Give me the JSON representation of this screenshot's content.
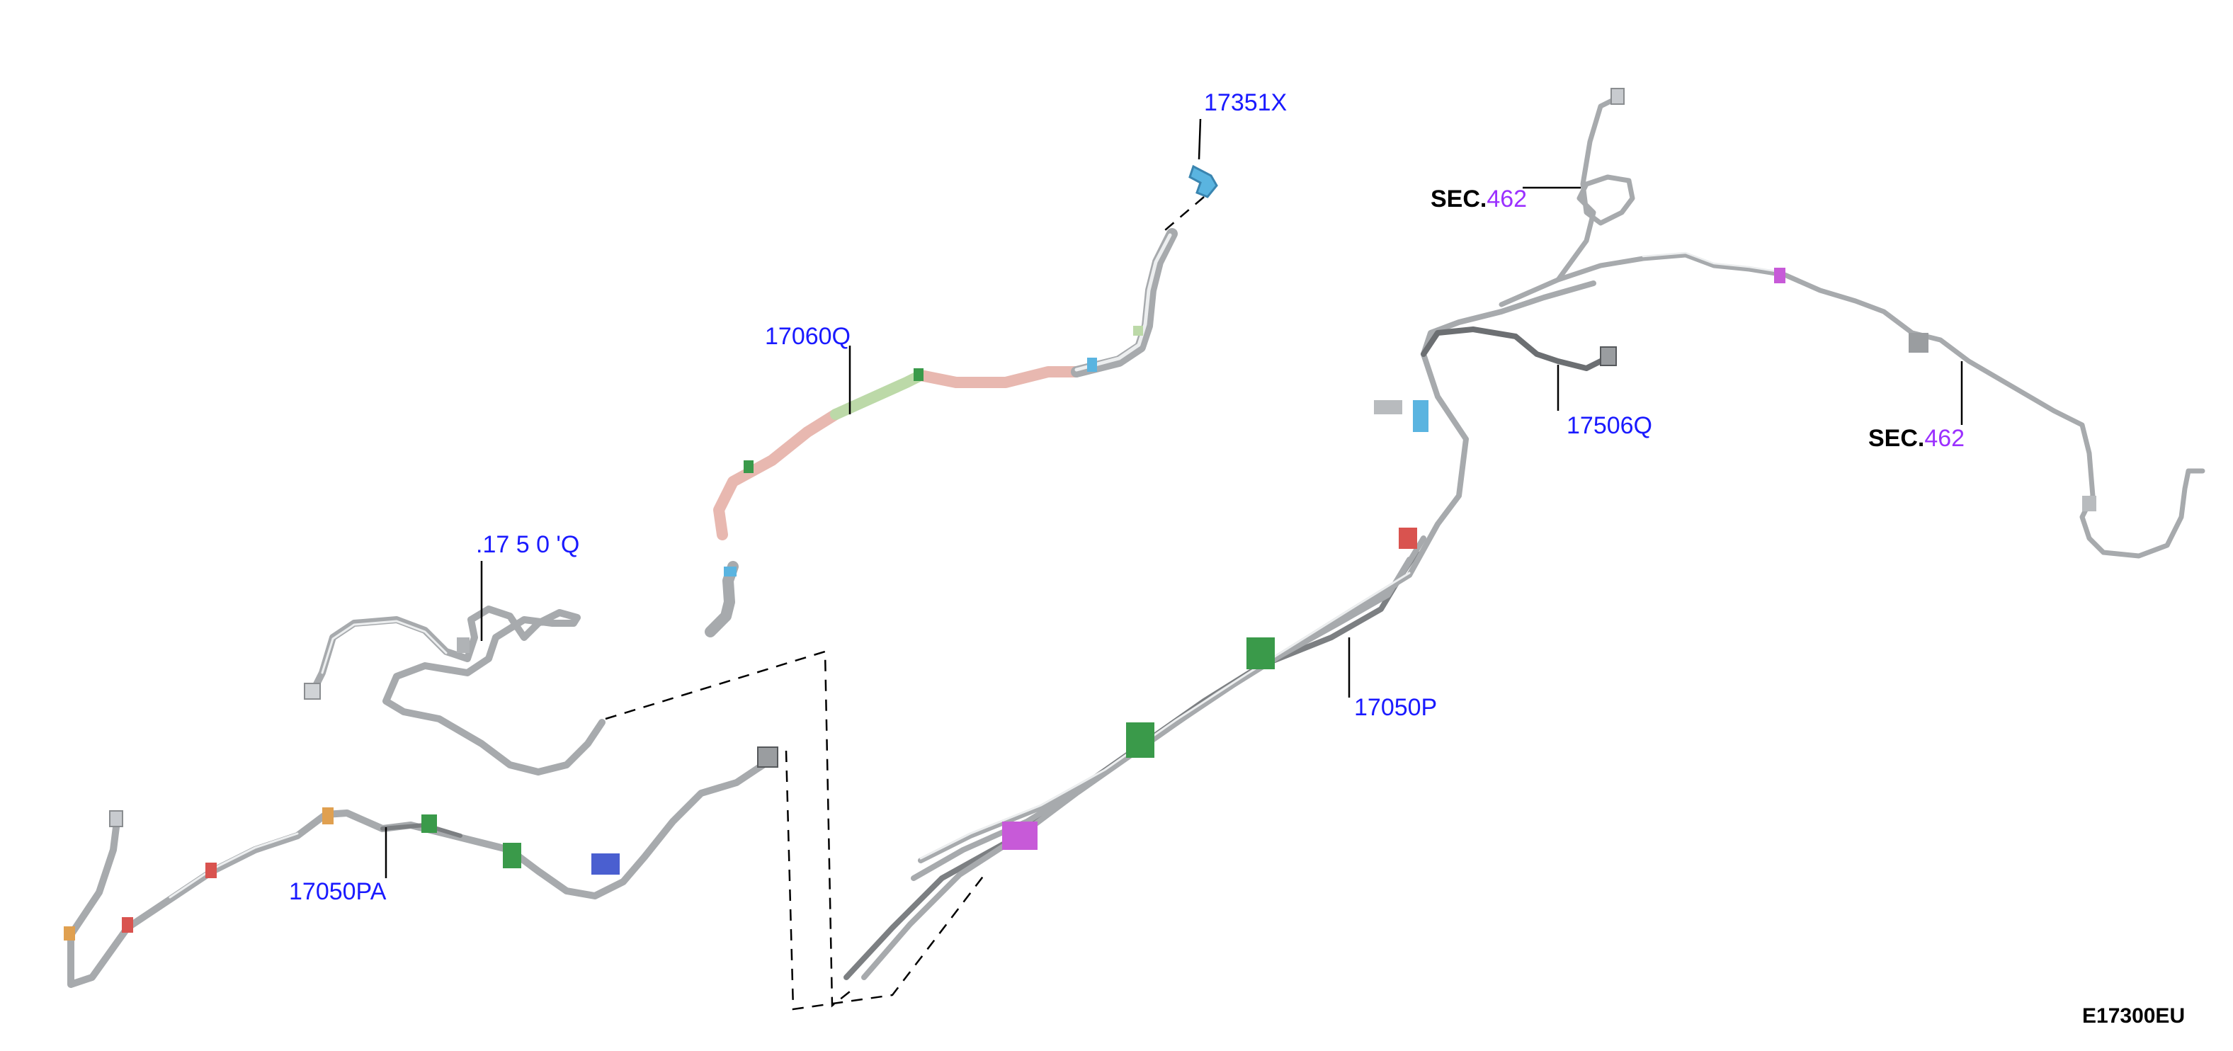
{
  "diagram": {
    "diagram_id": "E17300EU",
    "callouts": {
      "part_17351X": "17351X",
      "part_17060Q": "17060Q",
      "part_17506Q": "17506Q",
      "part_17050P": "17050P",
      "part_17050PA": "17050PA",
      "part_partial": ".17 5 0 'Q",
      "sec_prefix": "SEC.",
      "sec_number": "462"
    },
    "colors": {
      "pipe_gray": "#a7aaad",
      "pipe_dark": "#6c6f72",
      "hose_pink": "#e8b8b0",
      "hose_green": "#bcd9a8",
      "clip_green": "#3a9a4a",
      "clip_magenta": "#c75ad8",
      "clip_blue": "#4a5fd0",
      "clip_cyan": "#5ab4e0",
      "clip_red": "#d9534f",
      "clip_orange": "#e0a050",
      "label_blue": "#1a1aff",
      "label_purple": "#9b30ff"
    }
  }
}
